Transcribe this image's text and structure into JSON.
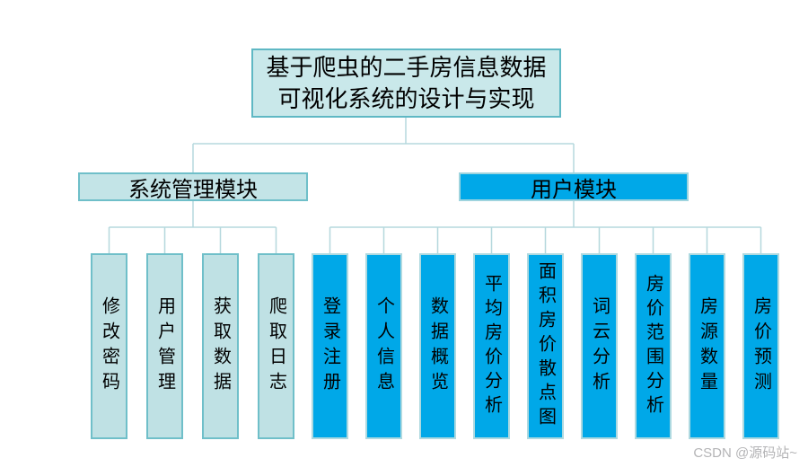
{
  "title": {
    "line1": "基于爬虫的二手房信息数据",
    "line2": "可视化系统的设计与实现"
  },
  "modules": [
    {
      "label": "系统管理模块",
      "children": [
        "修改密码",
        "用户管理",
        "获取数据",
        "爬取日志"
      ]
    },
    {
      "label": "用户模块",
      "children": [
        "登录注册",
        "个人信息",
        "数据概览",
        "平均房价分析",
        "面积房价散点图",
        "词云分析",
        "房价范围分析",
        "房源数量",
        "房价预测"
      ]
    }
  ],
  "watermark": "CSDN @源码站~",
  "colors": {
    "light_cyan_fill": "#c9e8ea",
    "leaf_cyan_fill": "#bfe1e4",
    "teal_border": "#6fbfc9",
    "blue_fill": "#00a8e8",
    "connector_line": "#b5d8dd",
    "watermark_gray": "#b4b4b6"
  }
}
